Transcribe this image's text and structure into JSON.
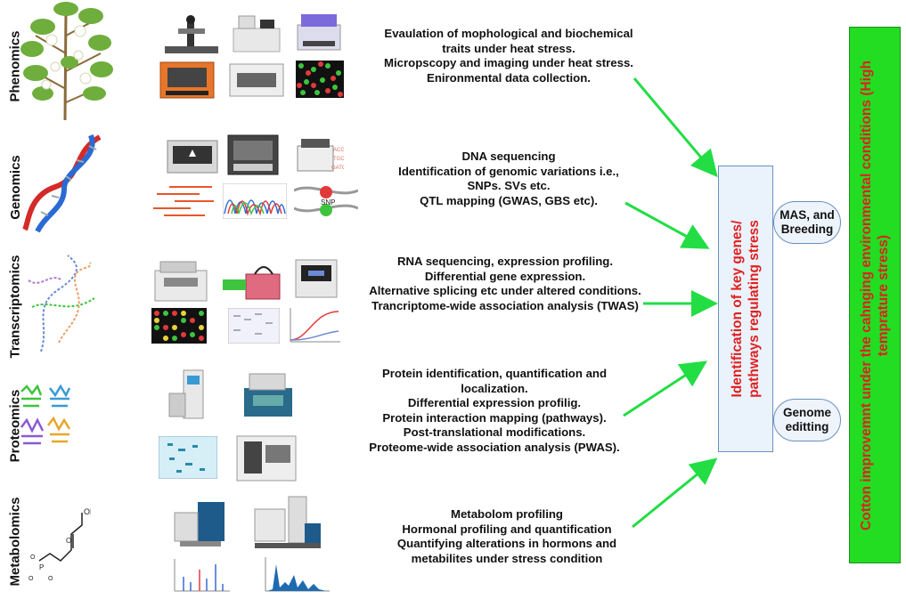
{
  "omics": [
    {
      "label": "Phenomics",
      "lines": [
        "Evaulation of mophological and biochemical",
        "traits under heat stress.",
        "Micropscopy and imaging under heat stress.",
        "Enironmental data collection."
      ]
    },
    {
      "label": "Genomics",
      "lines": [
        "DNA sequencing",
        "Identification of genomic variations i.e.,",
        "SNPs. SVs etc.",
        "QTL mapping (GWAS, GBS etc)."
      ]
    },
    {
      "label": "Transcriptomics",
      "lines": [
        "RNA sequencing, expression profiling.",
        "Differential gene expression.",
        "Alternative splicing etc under altered conditions.",
        "Trancriptome-wide association analysis (TWAS)"
      ]
    },
    {
      "label": "Proteomics",
      "lines": [
        "Protein identification, quantification and",
        "localization.",
        "Differential expression profilig.",
        "Protein interaction mapping (pathways).",
        "Post-translational modifications.",
        "Proteome-wide association analysis (PWAS)."
      ]
    },
    {
      "label": "Metabolomics",
      "lines": [
        "Metabolom profiling",
        "Hormonal profiling and quantification",
        "Quantifying alterations in hormons and",
        "metabilites under stress condition"
      ]
    }
  ],
  "center_box": {
    "lines": [
      "Identification of key genes/",
      "pathways regulating stress"
    ]
  },
  "pills": [
    {
      "lines": [
        "MAS, and",
        "Breeding"
      ]
    },
    {
      "lines": [
        "Genome",
        "editting"
      ]
    }
  ],
  "green_box": {
    "lines": [
      "Cotton improvemnt under the cahnging environmental conditions (High",
      "temprature stress)"
    ]
  },
  "icons": {
    "snp_label": "SNP",
    "oh_label": "OH",
    "o1": "O",
    "o2": "O",
    "o3": "O",
    "o4": "O",
    "p_label": "P"
  },
  "colors": {
    "arrow": "#22dd44",
    "center_text": "#e02020",
    "green_fill": "#22dd22",
    "pill_border": "#6b8fc0"
  }
}
